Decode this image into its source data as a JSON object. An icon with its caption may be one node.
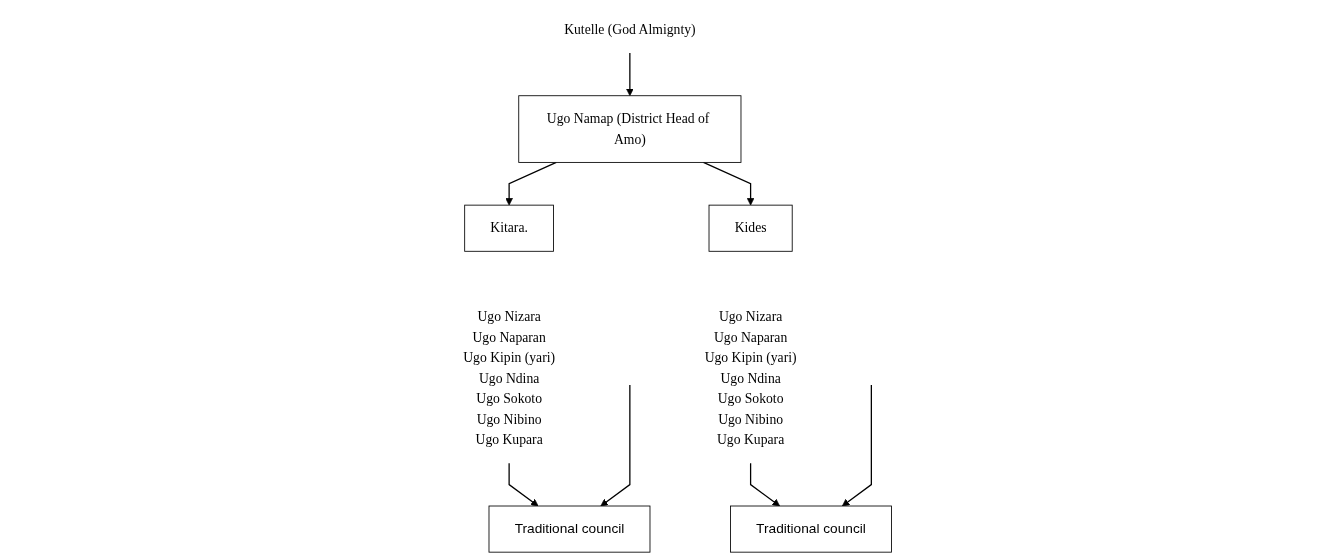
{
  "diagram": {
    "nodes": [
      {
        "text": [
          "Kutelle (God Almignty)"
        ]
      },
      {
        "text": [
          "Ugo Namap (District Head of Amo)"
        ]
      },
      {
        "text": [
          "Kitara."
        ]
      },
      {
        "text": [
          "Kides"
        ]
      },
      {
        "text": [
          "Ugo Nizara",
          "Ugo Naparan",
          "Ugo Kipin (yari)",
          "Ugo Ndina",
          "Ugo Sokoto",
          "Ugo Nibino",
          "Ugo Kupara"
        ]
      },
      {
        "text": [
          "Traditional council"
        ]
      },
      {
        "text": [
          "Ugo Nizara",
          "Ugo Naparan",
          "Ugo Kipin (yari)",
          "Ugo Ndina",
          "Ugo Sokoto",
          "Ugo Nibino",
          "Ugo Kupara"
        ]
      },
      {
        "text": [
          "Traditional council"
        ]
      }
    ],
    "edges": [
      {
        "from": 0,
        "to": 1,
        "arrow": "to"
      },
      {
        "from": 1,
        "to": 2,
        "arrow": "to"
      },
      {
        "from": 1,
        "to": 3,
        "arrow": "to"
      },
      {
        "from": 4,
        "to": 5,
        "arrow": "to"
      },
      {
        "from": null,
        "to": 5,
        "arrow": "to"
      },
      {
        "from": 6,
        "to": 7,
        "arrow": "to"
      },
      {
        "from": null,
        "to": 7,
        "arrow": "to"
      }
    ]
  }
}
